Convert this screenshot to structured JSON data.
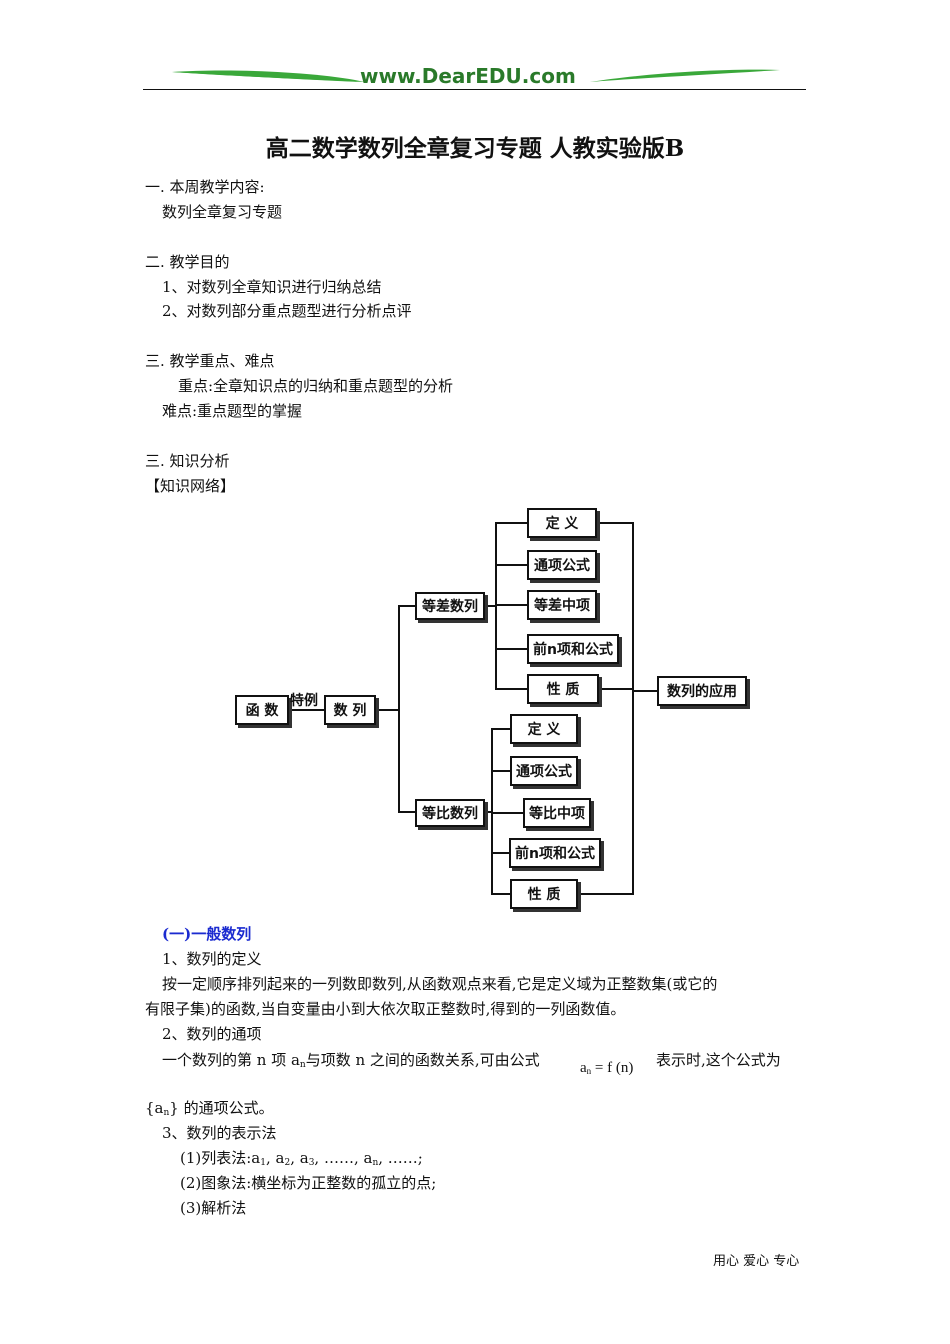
{
  "header": {
    "logo_text": "www.DearEDU.com"
  },
  "title": "高二数学数列全章复习专题 人教实验版B",
  "sections": {
    "s1_heading": "一. 本周教学内容:",
    "s1_body": "数列全章复习专题",
    "s2_heading": "二. 教学目的",
    "s2_item1": "1、对数列全章知识进行归纳总结",
    "s2_item2": "2、对数列部分重点题型进行分析点评",
    "s3_heading": "三. 教学重点、难点",
    "s3_key": "重点:全章知识点的归纳和重点题型的分析",
    "s3_diff": "难点:重点题型的掌握",
    "s4_heading": "三. 知识分析",
    "s4_network": "【知识网络】"
  },
  "diagram": {
    "func": "函  数",
    "special": "特例",
    "seq": "数  列",
    "arith": "等差数列",
    "geom": "等比数列",
    "arith_items": [
      "定  义",
      "通项公式",
      "等差中项",
      "前n项和公式",
      "性  质"
    ],
    "geom_items": [
      "定  义",
      "通项公式",
      "等比中项",
      "前n项和公式",
      "性  质"
    ],
    "app": "数列的应用"
  },
  "part1": {
    "heading": "(一)一般数列",
    "def_heading": "1、数列的定义",
    "def_line1": "按一定顺序排列起来的一列数即数列,从函数观点来看,它是定义域为正整数集(或它的",
    "def_line2": "有限子集)的函数,当自变量由小到大依次取正整数时,得到的一列函数值。",
    "gen_heading": "2、数列的通项",
    "gen_line1_a": "一个数列的第 n 项 a",
    "gen_line1_sub": "n",
    "gen_line1_b": "与项数 n 之间的函数关系,可由公式",
    "formula_a": "a",
    "formula_sub": "n",
    "formula_rest": " = f (n)",
    "gen_line1_c": "表示时,这个公式为",
    "gen_line2_a": "{a",
    "gen_line2_sub": "n",
    "gen_line2_b": "} 的通项公式。",
    "rep_heading": "3、数列的表示法",
    "rep1_a": "(1)列表法:a",
    "rep1_s1": "1",
    "rep1_b": ", a",
    "rep1_s2": "2",
    "rep1_c": ", a",
    "rep1_s3": "3",
    "rep1_d": ", ……, a",
    "rep1_s4": "n",
    "rep1_e": ", ……;",
    "rep2": "(2)图象法:横坐标为正整数的孤立的点;",
    "rep3": "(3)解析法"
  },
  "footer": "用心 爱心 专心"
}
